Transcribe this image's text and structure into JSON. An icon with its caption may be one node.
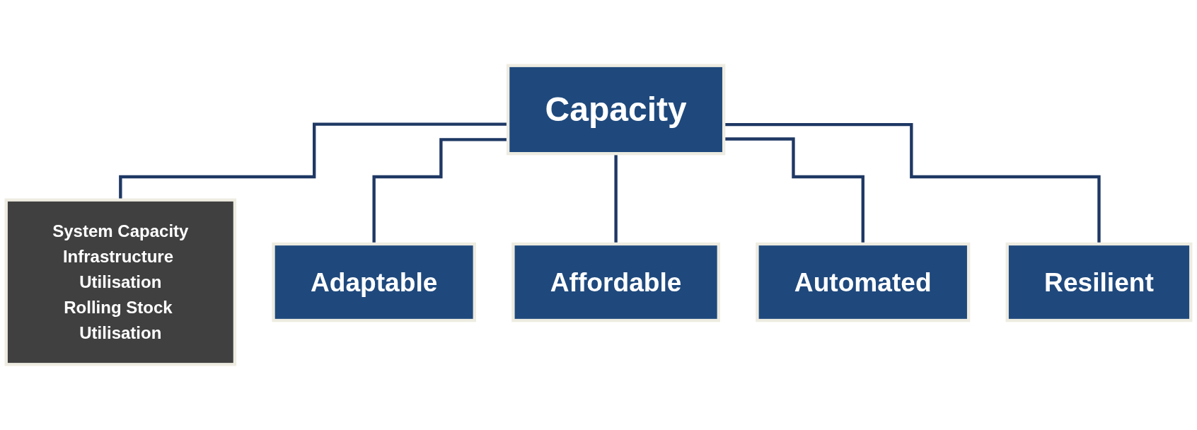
{
  "diagram": {
    "nodes": [
      {
        "text": [
          "Capacity"
        ]
      },
      {
        "text": [
          "System Capacity",
          "Infrastructure Utilisation",
          "Rolling Stock Utilisation"
        ]
      },
      {
        "text": [
          "Adaptable"
        ]
      },
      {
        "text": [
          "Affordable"
        ]
      },
      {
        "text": [
          "Automated"
        ]
      },
      {
        "text": [
          "Resilient"
        ]
      }
    ],
    "edges": [
      {
        "from": 0,
        "to": 1,
        "arrow": "none"
      },
      {
        "from": 0,
        "to": 2,
        "arrow": "none"
      },
      {
        "from": 0,
        "to": 3,
        "arrow": "none"
      },
      {
        "from": 0,
        "to": 4,
        "arrow": "none"
      },
      {
        "from": 0,
        "to": 5,
        "arrow": "none"
      }
    ]
  }
}
